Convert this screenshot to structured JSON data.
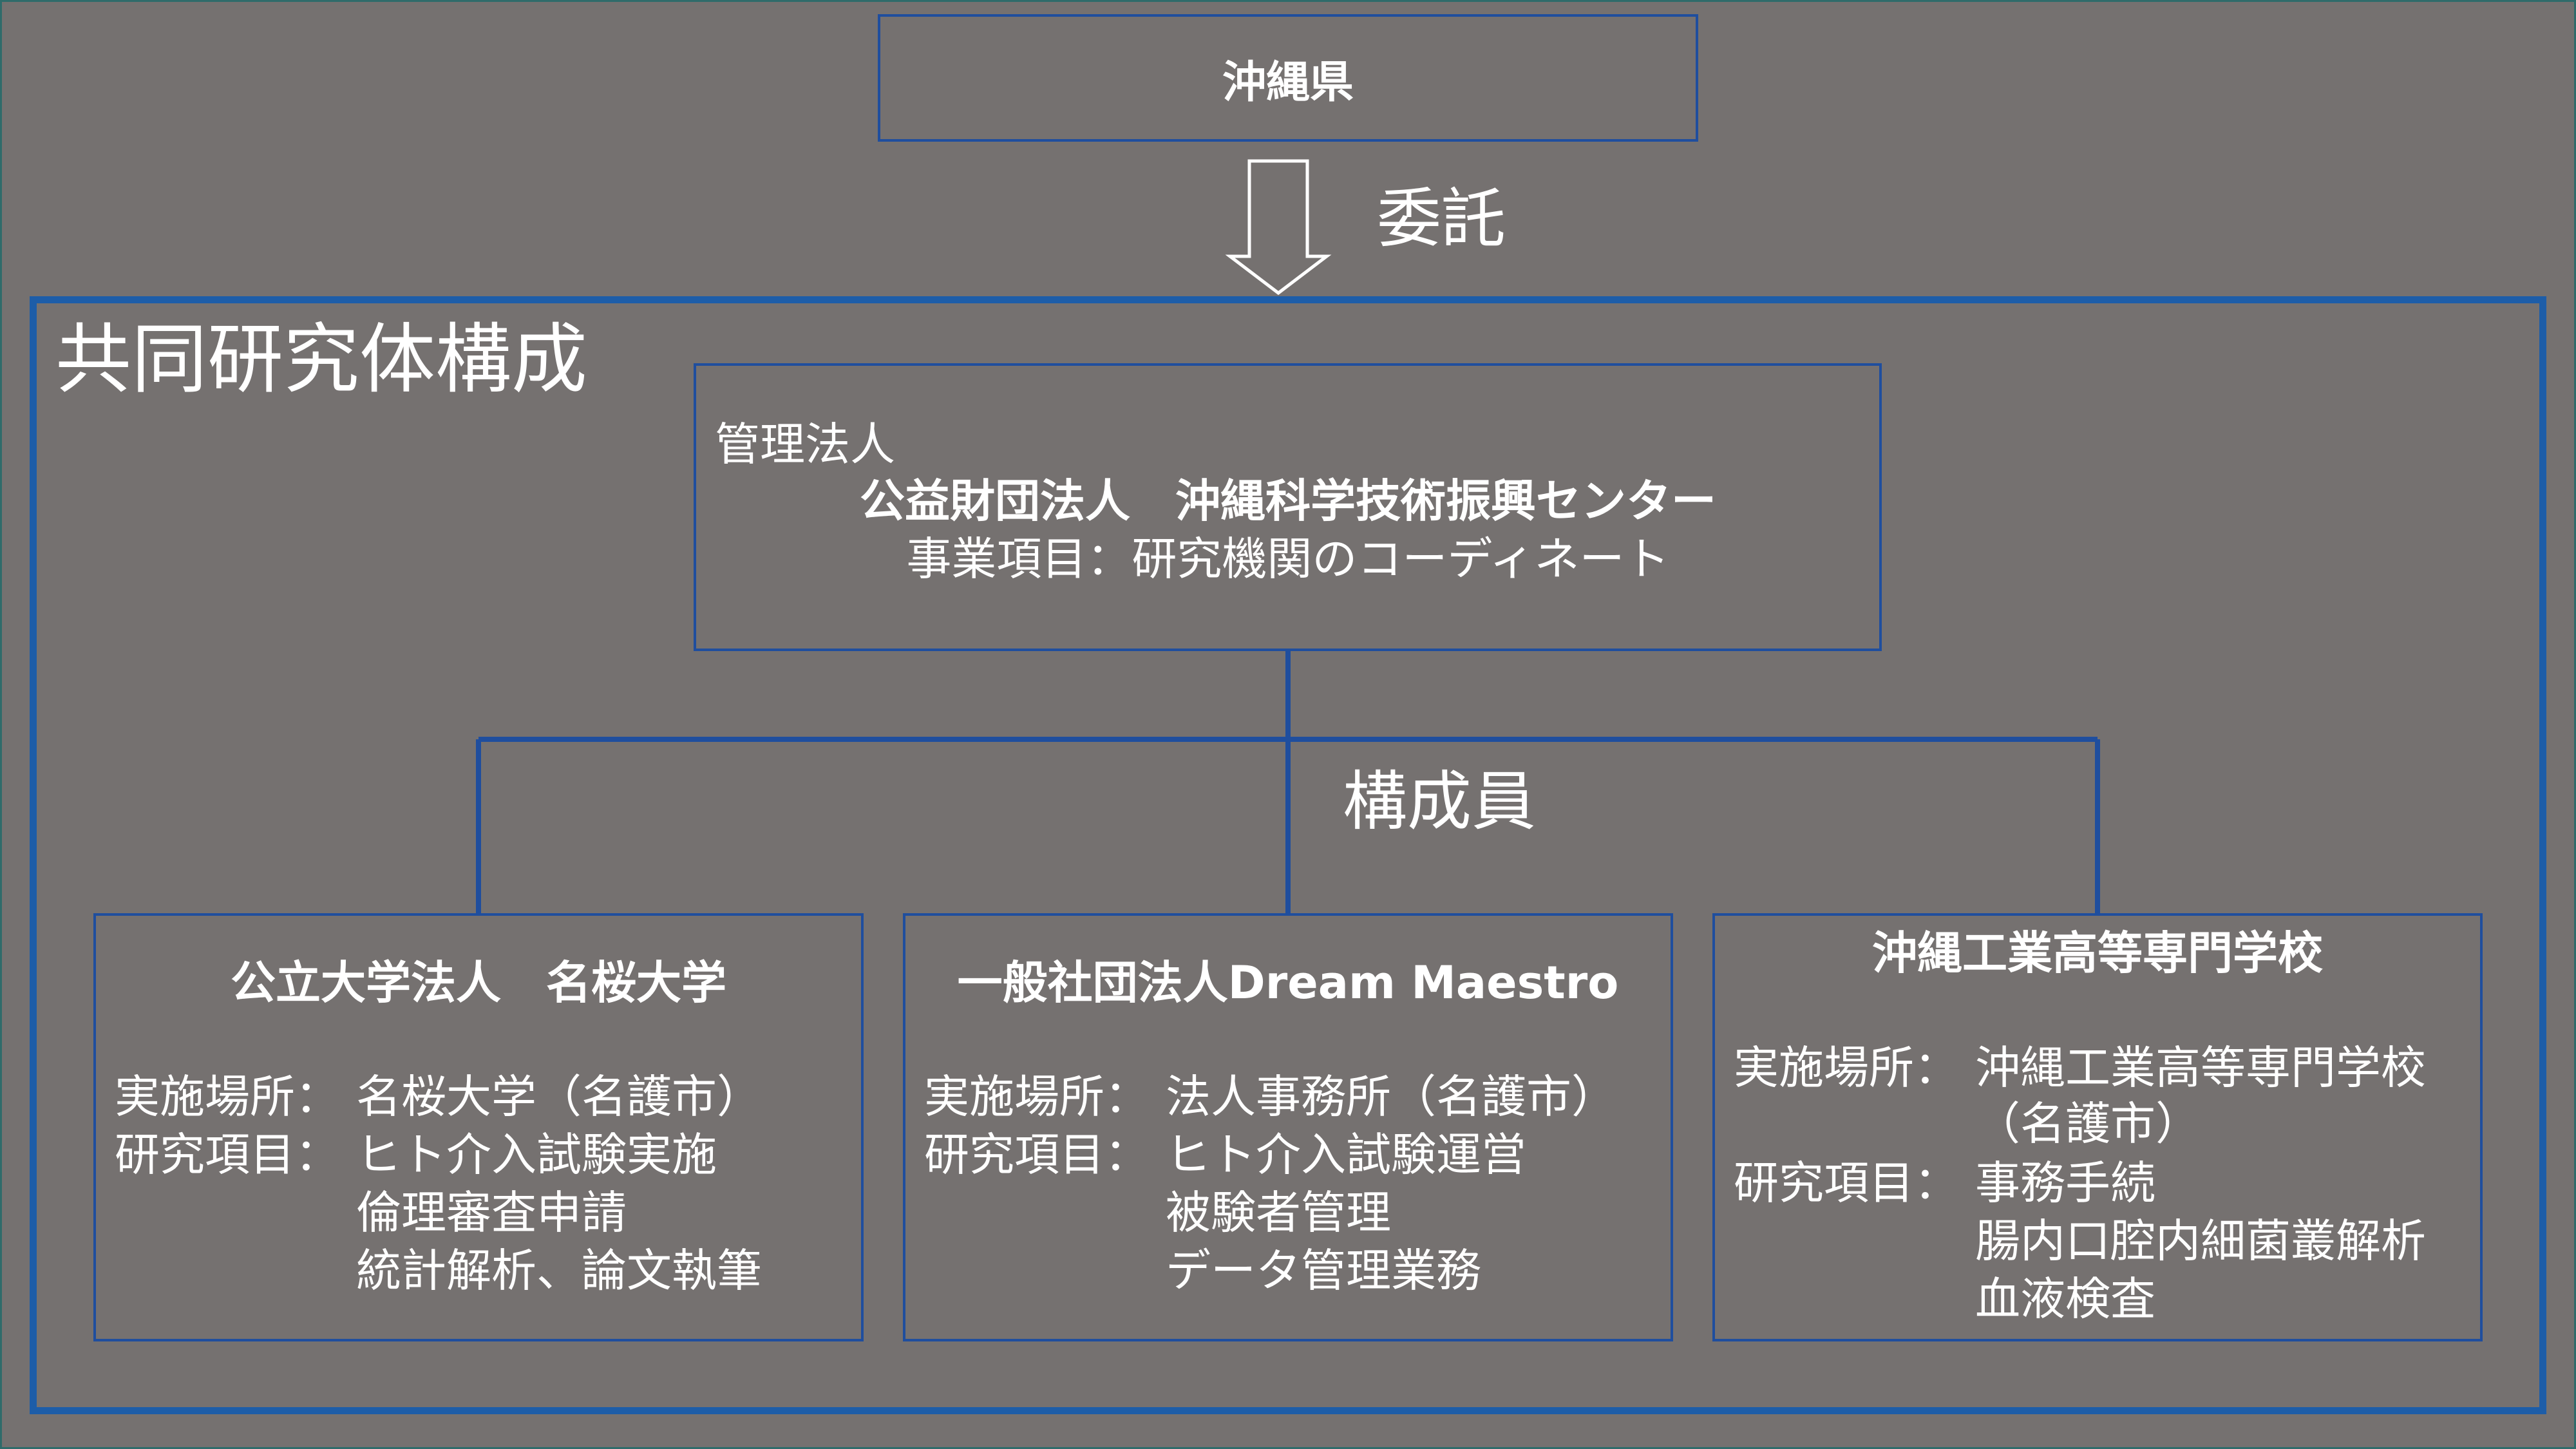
{
  "top": {
    "label": "沖縄県"
  },
  "entrust": {
    "label": "委託"
  },
  "consortium": {
    "title": "共同研究体構成"
  },
  "management": {
    "role": "管理法人",
    "name": "公益財団法人　沖縄科学技術振興センター",
    "work": "事業項目：研究機関のコーディネート"
  },
  "members_label": "構成員",
  "members": [
    {
      "name": "公立大学法人　名桜大学",
      "site_label": "実施場所：",
      "site": "名桜大学（名護市）",
      "items_label": "研究項目：",
      "items": [
        "ヒト介入試験実施",
        "倫理審査申請",
        "統計解析、論文執筆"
      ]
    },
    {
      "name": "一般社団法人Dream Maestro",
      "site_label": "実施場所：",
      "site": "法人事務所（名護市）",
      "items_label": "研究項目：",
      "items": [
        "ヒト介入試験運営",
        "被験者管理",
        "データ管理業務"
      ]
    },
    {
      "name": "沖縄工業高等専門学校",
      "site_label": "実施場所：",
      "site": "沖縄工業高等専門学校",
      "site_cont": "（名護市）",
      "items_label": "研究項目：",
      "items": [
        "事務手続",
        "腸内口腔内細菌叢解析",
        "血液検査"
      ]
    }
  ],
  "colors": {
    "background": "#757170",
    "box_border": "#1f4e9e",
    "frame_border": "#1d5da8",
    "text": "#ffffff"
  }
}
